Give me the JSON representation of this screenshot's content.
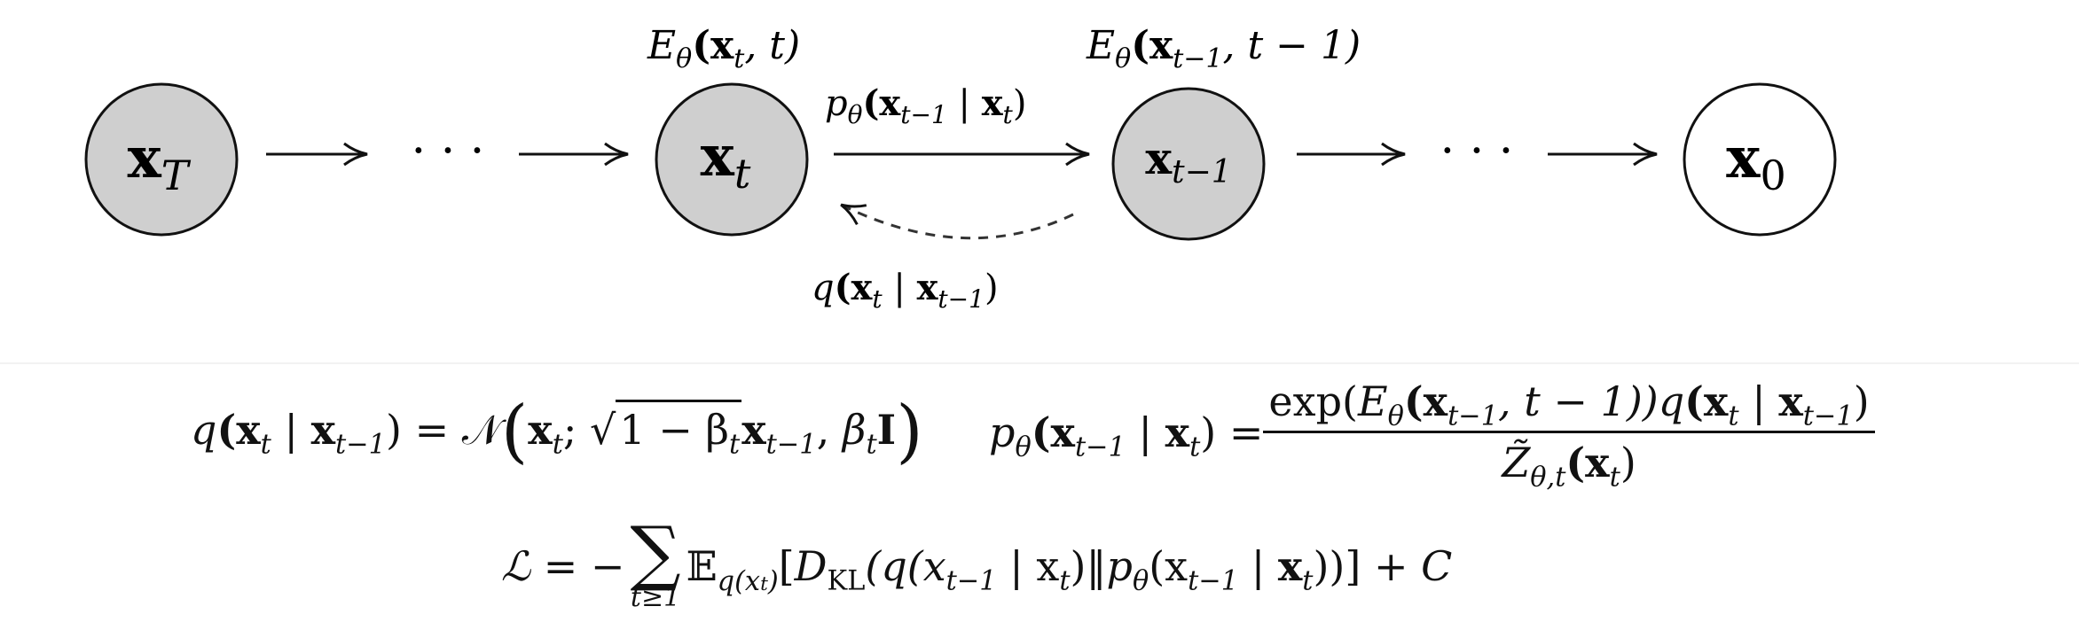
{
  "nodes": [
    {
      "id": "xT",
      "label": "x",
      "sub": "T",
      "shaded": true
    },
    {
      "id": "xt",
      "label": "x",
      "sub": "t",
      "shaded": true
    },
    {
      "id": "xt1",
      "label": "x",
      "sub": "t−1",
      "shaded": true
    },
    {
      "id": "x0",
      "label": "x",
      "sub": "0",
      "shaded": false
    }
  ],
  "ellipsis": "· · ·",
  "energy_labels": {
    "left": {
      "E": "E",
      "theta": "θ",
      "args": "(x",
      "sub": "t",
      "rest": ", t)"
    },
    "right": {
      "E": "E",
      "theta": "θ",
      "args": "(x",
      "sub": "t−1",
      "rest": ", t − 1)"
    }
  },
  "forward_label": {
    "p": "p",
    "theta": "θ",
    "a": "(x",
    "a_sub": "t−1",
    "bar": " | ",
    "b": "x",
    "b_sub": "t",
    "close": ")"
  },
  "backward_label": {
    "q": "q",
    "a": "(x",
    "a_sub": "t",
    "bar": " | ",
    "b": "x",
    "b_sub": "t−1",
    "close": ")"
  },
  "equations": {
    "q_def": {
      "lhs_q": "q",
      "lhs_a": "(x",
      "lhs_a_sub": "t",
      "lhs_bar": " | ",
      "lhs_b": "x",
      "lhs_b_sub": "t−1",
      "lhs_close": ") = ",
      "N": "𝒩",
      "open": "(",
      "x": "x",
      "x_sub": "t",
      "semi": "; ",
      "sqrt_sym": "√",
      "sqrt_body": "1 − β",
      "sqrt_sub": "t",
      "x2": "x",
      "x2_sub": "t−1",
      "comma": ", ",
      "beta": "β",
      "beta_sub": "t",
      "I": "I",
      "close": ")"
    },
    "p_def": {
      "lhs_p": "p",
      "lhs_theta": "θ",
      "lhs_a": "(x",
      "lhs_a_sub": "t−1",
      "lhs_bar": " | ",
      "lhs_b": "x",
      "lhs_b_sub": "t",
      "lhs_close": ") = ",
      "num_exp": "exp(",
      "num_E": "E",
      "num_theta": "θ",
      "num_a": "(x",
      "num_a_sub": "t−1",
      "num_rest": ", t − 1))",
      "num_q": "q",
      "num_qa": "(x",
      "num_qa_sub": "t",
      "num_qbar": " | ",
      "num_qb": "x",
      "num_qb_sub": "t−1",
      "num_qclose": ")",
      "den_Z": "Z̃",
      "den_sub": "θ,t",
      "den_arg": "(x",
      "den_arg_sub": "t",
      "den_close": ")"
    },
    "loss": {
      "L": "ℒ",
      "eq": " = −",
      "sigma": "∑",
      "sigma_lim": "t≥1",
      "E": "𝔼",
      "E_sub_q": "q(x",
      "E_sub_t": "t",
      "E_sub_close": ")",
      "open": "[",
      "D": "D",
      "D_sub": "KL",
      "q_open": "(q(x",
      "q_sub": "t−1",
      "q_bar": " | ",
      "q_x": "x",
      "q_xsub": "t",
      "q_close": ")",
      "norm": "‖",
      "p": "p",
      "p_theta": "θ",
      "p_open": "(x",
      "p_sub": "t−1",
      "p_bar": " | ",
      "p_x": "x",
      "p_xsub": "t",
      "p_close": "))",
      "close": "]",
      "plusC": " + C"
    }
  }
}
